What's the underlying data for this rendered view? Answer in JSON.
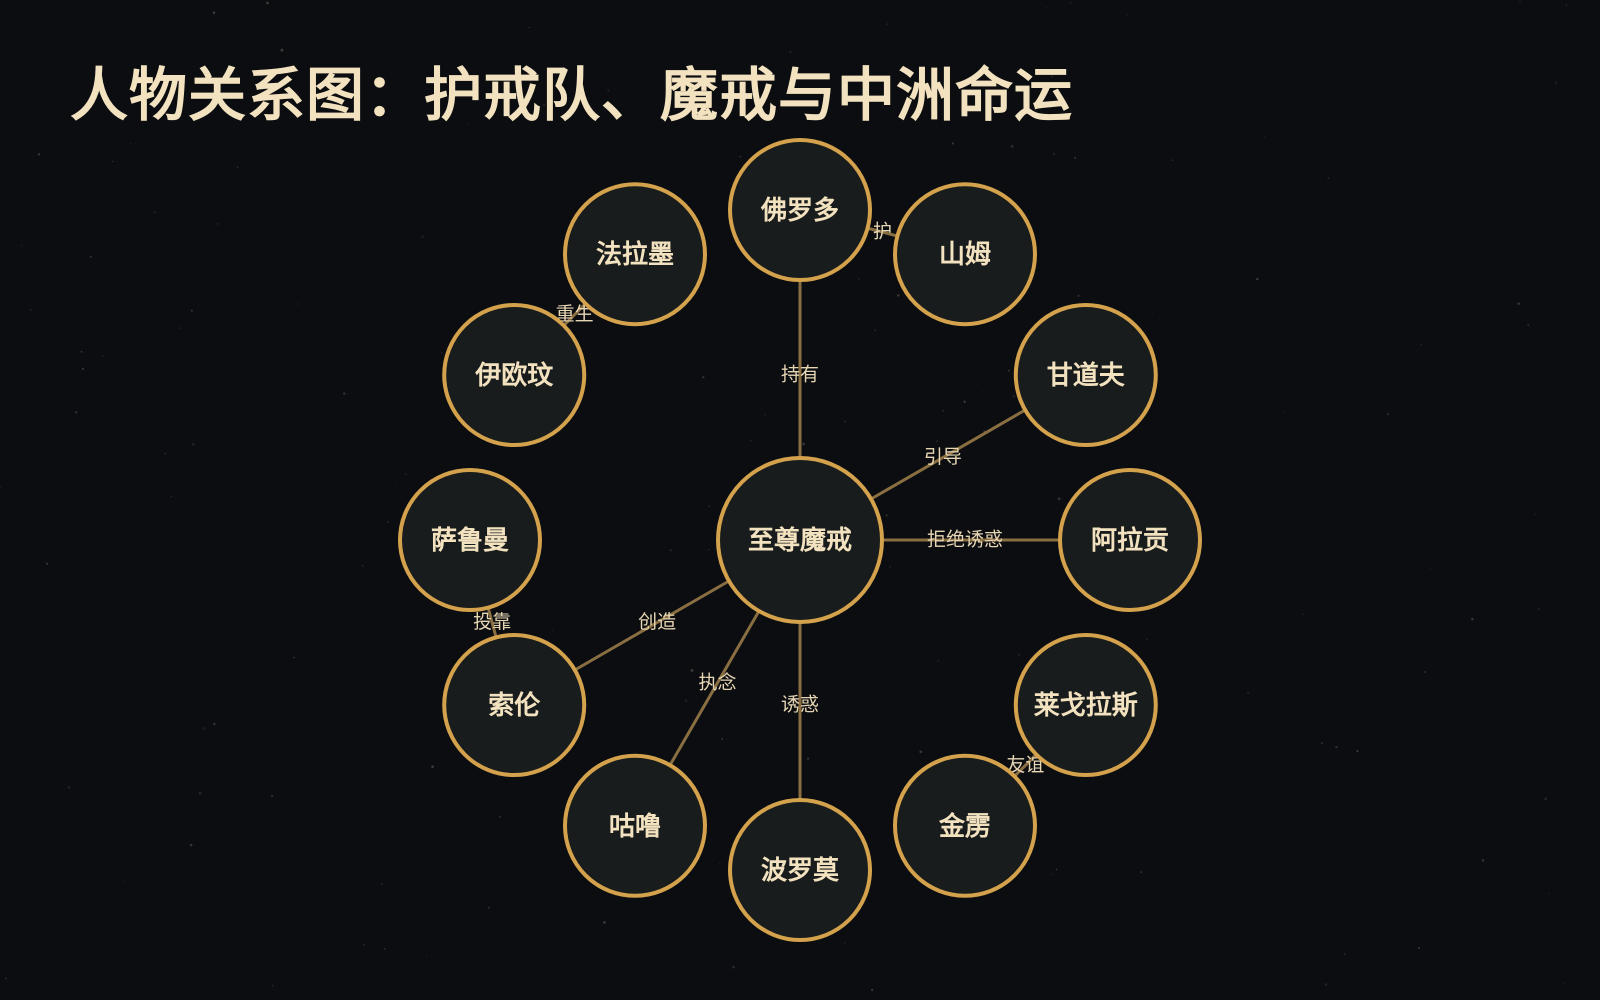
{
  "title": "人物关系图：护戒队、魔戒与中洲命运",
  "colors": {
    "background": "#0b0d10",
    "node_fill": "#181c1c",
    "node_border": "#d4a24c",
    "edge": "#b38f52",
    "title": "#f3e2bf",
    "label": "#e7d6b4"
  },
  "nodes": [
    {
      "id": "ring",
      "label": "至尊魔戒",
      "role": "center"
    },
    {
      "id": "frodo",
      "label": "佛罗多"
    },
    {
      "id": "sam",
      "label": "山姆"
    },
    {
      "id": "gandalf",
      "label": "甘道夫"
    },
    {
      "id": "aragorn",
      "label": "阿拉贡"
    },
    {
      "id": "legolas",
      "label": "莱戈拉斯"
    },
    {
      "id": "gimli",
      "label": "金雳"
    },
    {
      "id": "boromir",
      "label": "波罗莫"
    },
    {
      "id": "gollum",
      "label": "咕噜"
    },
    {
      "id": "sauron",
      "label": "索伦"
    },
    {
      "id": "saruman",
      "label": "萨鲁曼"
    },
    {
      "id": "eowyn",
      "label": "伊欧玟"
    },
    {
      "id": "faramir",
      "label": "法拉墨"
    }
  ],
  "edges": [
    {
      "from": "frodo",
      "to": "ring",
      "label": "持有"
    },
    {
      "from": "frodo",
      "to": "sam",
      "label": "护"
    },
    {
      "from": "gandalf",
      "to": "ring",
      "label": "引导"
    },
    {
      "from": "ring",
      "to": "aragorn",
      "label": "拒绝诱惑"
    },
    {
      "from": "ring",
      "to": "boromir",
      "label": "诱惑"
    },
    {
      "from": "gollum",
      "to": "ring",
      "label": "执念"
    },
    {
      "from": "sauron",
      "to": "ring",
      "label": "创造"
    },
    {
      "from": "saruman",
      "to": "sauron",
      "label": "投靠"
    },
    {
      "from": "eowyn",
      "to": "faramir",
      "label": "重生"
    },
    {
      "from": "legolas",
      "to": "gimli",
      "label": "友谊"
    }
  ]
}
